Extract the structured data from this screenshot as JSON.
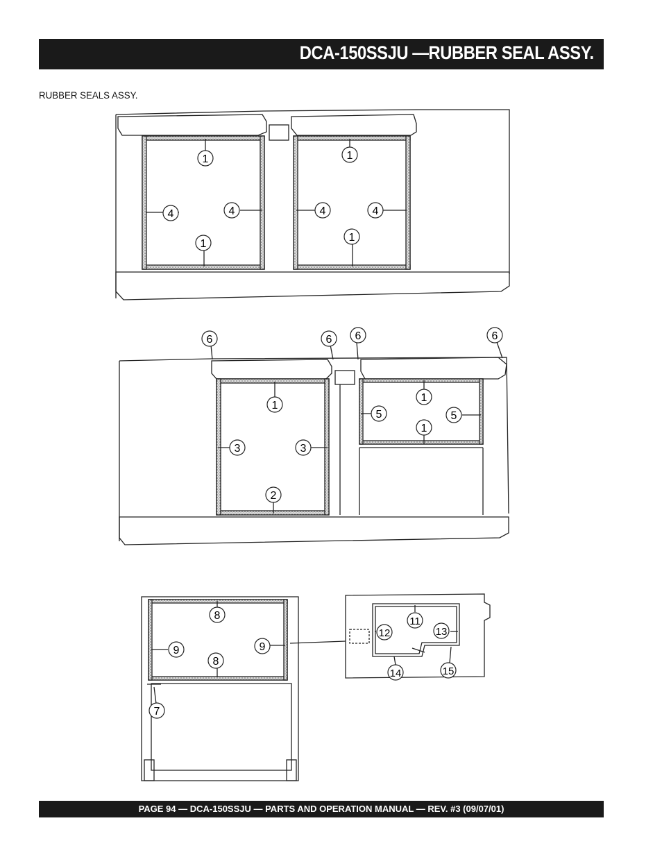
{
  "header": {
    "title": "DCA-150SSJU  —RUBBER SEAL ASSY."
  },
  "section": {
    "heading": "RUBBER SEALS  ASSY."
  },
  "footer": {
    "text": "PAGE 94 — DCA-150SSJU — PARTS AND OPERATION MANUAL — REV. #3 (09/07/01)"
  },
  "callouts": {
    "view1": [
      "1",
      "4",
      "4",
      "1",
      "1",
      "4",
      "4",
      "1"
    ],
    "view2": [
      "6",
      "6",
      "6",
      "6",
      "1",
      "3",
      "3",
      "2",
      "1",
      "5",
      "5",
      "1"
    ],
    "view3": [
      "8",
      "9",
      "9",
      "8",
      "7",
      "11",
      "12",
      "13",
      "14",
      "15"
    ]
  }
}
